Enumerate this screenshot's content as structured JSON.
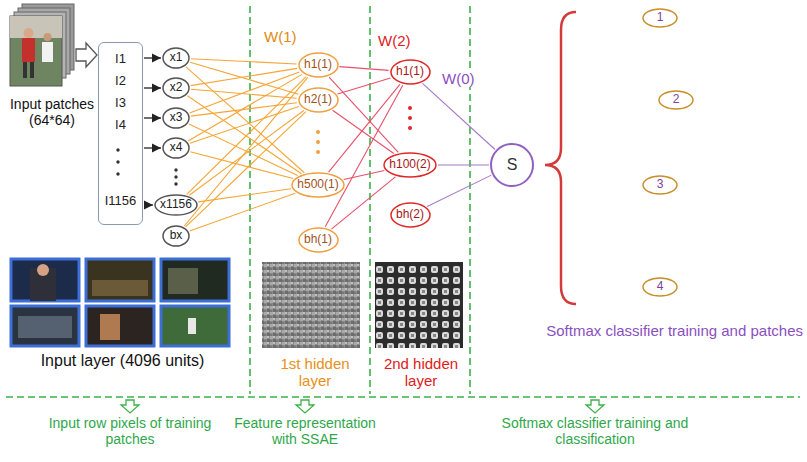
{
  "diagram": {
    "nodes": [
      {
        "text": [
          "I1",
          "I2",
          "I3",
          "I4",
          "I1156"
        ]
      },
      {
        "text": [
          "x1"
        ]
      },
      {
        "text": [
          "x2"
        ]
      },
      {
        "text": [
          "x3"
        ]
      },
      {
        "text": [
          "x4"
        ]
      },
      {
        "text": [
          "x1156"
        ]
      },
      {
        "text": [
          "bx"
        ]
      },
      {
        "text": [
          "h1(1)"
        ]
      },
      {
        "text": [
          "h2(1)"
        ]
      },
      {
        "text": [
          "h500(1)"
        ]
      },
      {
        "text": [
          "bh(1)"
        ]
      },
      {
        "text": [
          "h1(1)"
        ]
      },
      {
        "text": [
          "h100(2)"
        ]
      },
      {
        "text": [
          "bh(2)"
        ]
      },
      {
        "text": [
          "S"
        ]
      },
      {
        "text": [
          "1"
        ]
      },
      {
        "text": [
          "2"
        ]
      },
      {
        "text": [
          "3"
        ]
      },
      {
        "text": [
          "4"
        ]
      }
    ],
    "edges": [
      {
        "from": 0,
        "to": 1,
        "arrow": "to"
      },
      {
        "from": 0,
        "to": 2,
        "arrow": "to"
      },
      {
        "from": 0,
        "to": 3,
        "arrow": "to"
      },
      {
        "from": 0,
        "to": 4,
        "arrow": "to"
      },
      {
        "from": 0,
        "to": 5,
        "arrow": "to"
      },
      {
        "from": 1,
        "to": 7,
        "arrow": "none"
      },
      {
        "from": 1,
        "to": 8,
        "arrow": "none"
      },
      {
        "from": 1,
        "to": 9,
        "arrow": "none"
      },
      {
        "from": 2,
        "to": 7,
        "arrow": "none"
      },
      {
        "from": 2,
        "to": 8,
        "arrow": "none"
      },
      {
        "from": 2,
        "to": 9,
        "arrow": "none"
      },
      {
        "from": 3,
        "to": 7,
        "arrow": "none"
      },
      {
        "from": 3,
        "to": 8,
        "arrow": "none"
      },
      {
        "from": 3,
        "to": 9,
        "arrow": "none"
      },
      {
        "from": 4,
        "to": 7,
        "arrow": "none"
      },
      {
        "from": 4,
        "to": 8,
        "arrow": "none"
      },
      {
        "from": 4,
        "to": 9,
        "arrow": "none"
      },
      {
        "from": 5,
        "to": 7,
        "arrow": "none"
      },
      {
        "from": 5,
        "to": 8,
        "arrow": "none"
      },
      {
        "from": 5,
        "to": 9,
        "arrow": "none"
      },
      {
        "from": 6,
        "to": 7,
        "arrow": "none"
      },
      {
        "from": 6,
        "to": 8,
        "arrow": "none"
      },
      {
        "from": 6,
        "to": 9,
        "arrow": "none"
      },
      {
        "from": 7,
        "to": 11,
        "arrow": "none"
      },
      {
        "from": 7,
        "to": 12,
        "arrow": "none"
      },
      {
        "from": 8,
        "to": 11,
        "arrow": "none"
      },
      {
        "from": 8,
        "to": 12,
        "arrow": "none"
      },
      {
        "from": 9,
        "to": 11,
        "arrow": "none"
      },
      {
        "from": 9,
        "to": 12,
        "arrow": "none"
      },
      {
        "from": 10,
        "to": 11,
        "arrow": "none"
      },
      {
        "from": 10,
        "to": 12,
        "arrow": "none"
      },
      {
        "from": 11,
        "to": 14,
        "arrow": "none"
      },
      {
        "from": 12,
        "to": 14,
        "arrow": "none"
      },
      {
        "from": 13,
        "to": 14,
        "arrow": "none"
      }
    ],
    "labels": [
      "Input patches (64*64)",
      "W(1)",
      "W(2)",
      "W(0)",
      "Input layer (4096 units)",
      "1st hidden layer",
      "2nd hidden layer",
      "Softmax classifier training and patches",
      "Input row pixels of training patches",
      "Feature representation with SSAE",
      "Softmax classifier training and classification"
    ]
  }
}
